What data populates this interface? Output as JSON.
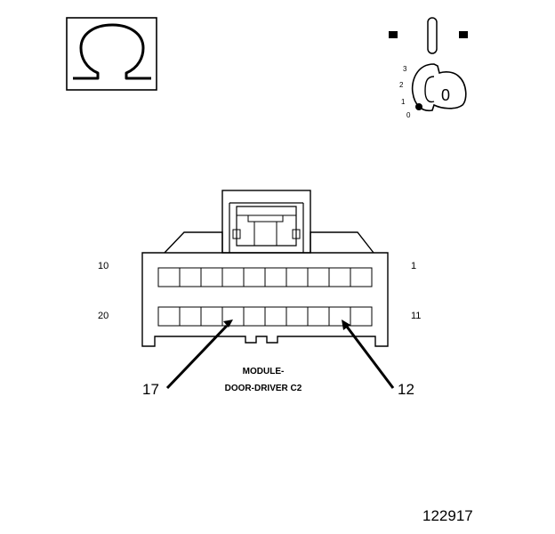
{
  "ohm_symbol": "Ω",
  "ignition_key": {
    "positions": [
      "3",
      "2",
      "1",
      "0"
    ],
    "key_label": "0",
    "selected_position": "0"
  },
  "connector": {
    "name_line1": "MODULE-",
    "name_line2": "DOOR-DRIVER C2",
    "pin_labels": {
      "top_left": "10",
      "top_right": "1",
      "bottom_left": "20",
      "bottom_right": "11"
    },
    "pins_per_row": 10,
    "probe_pins": [
      "17",
      "12"
    ]
  },
  "figure_number": "122917"
}
